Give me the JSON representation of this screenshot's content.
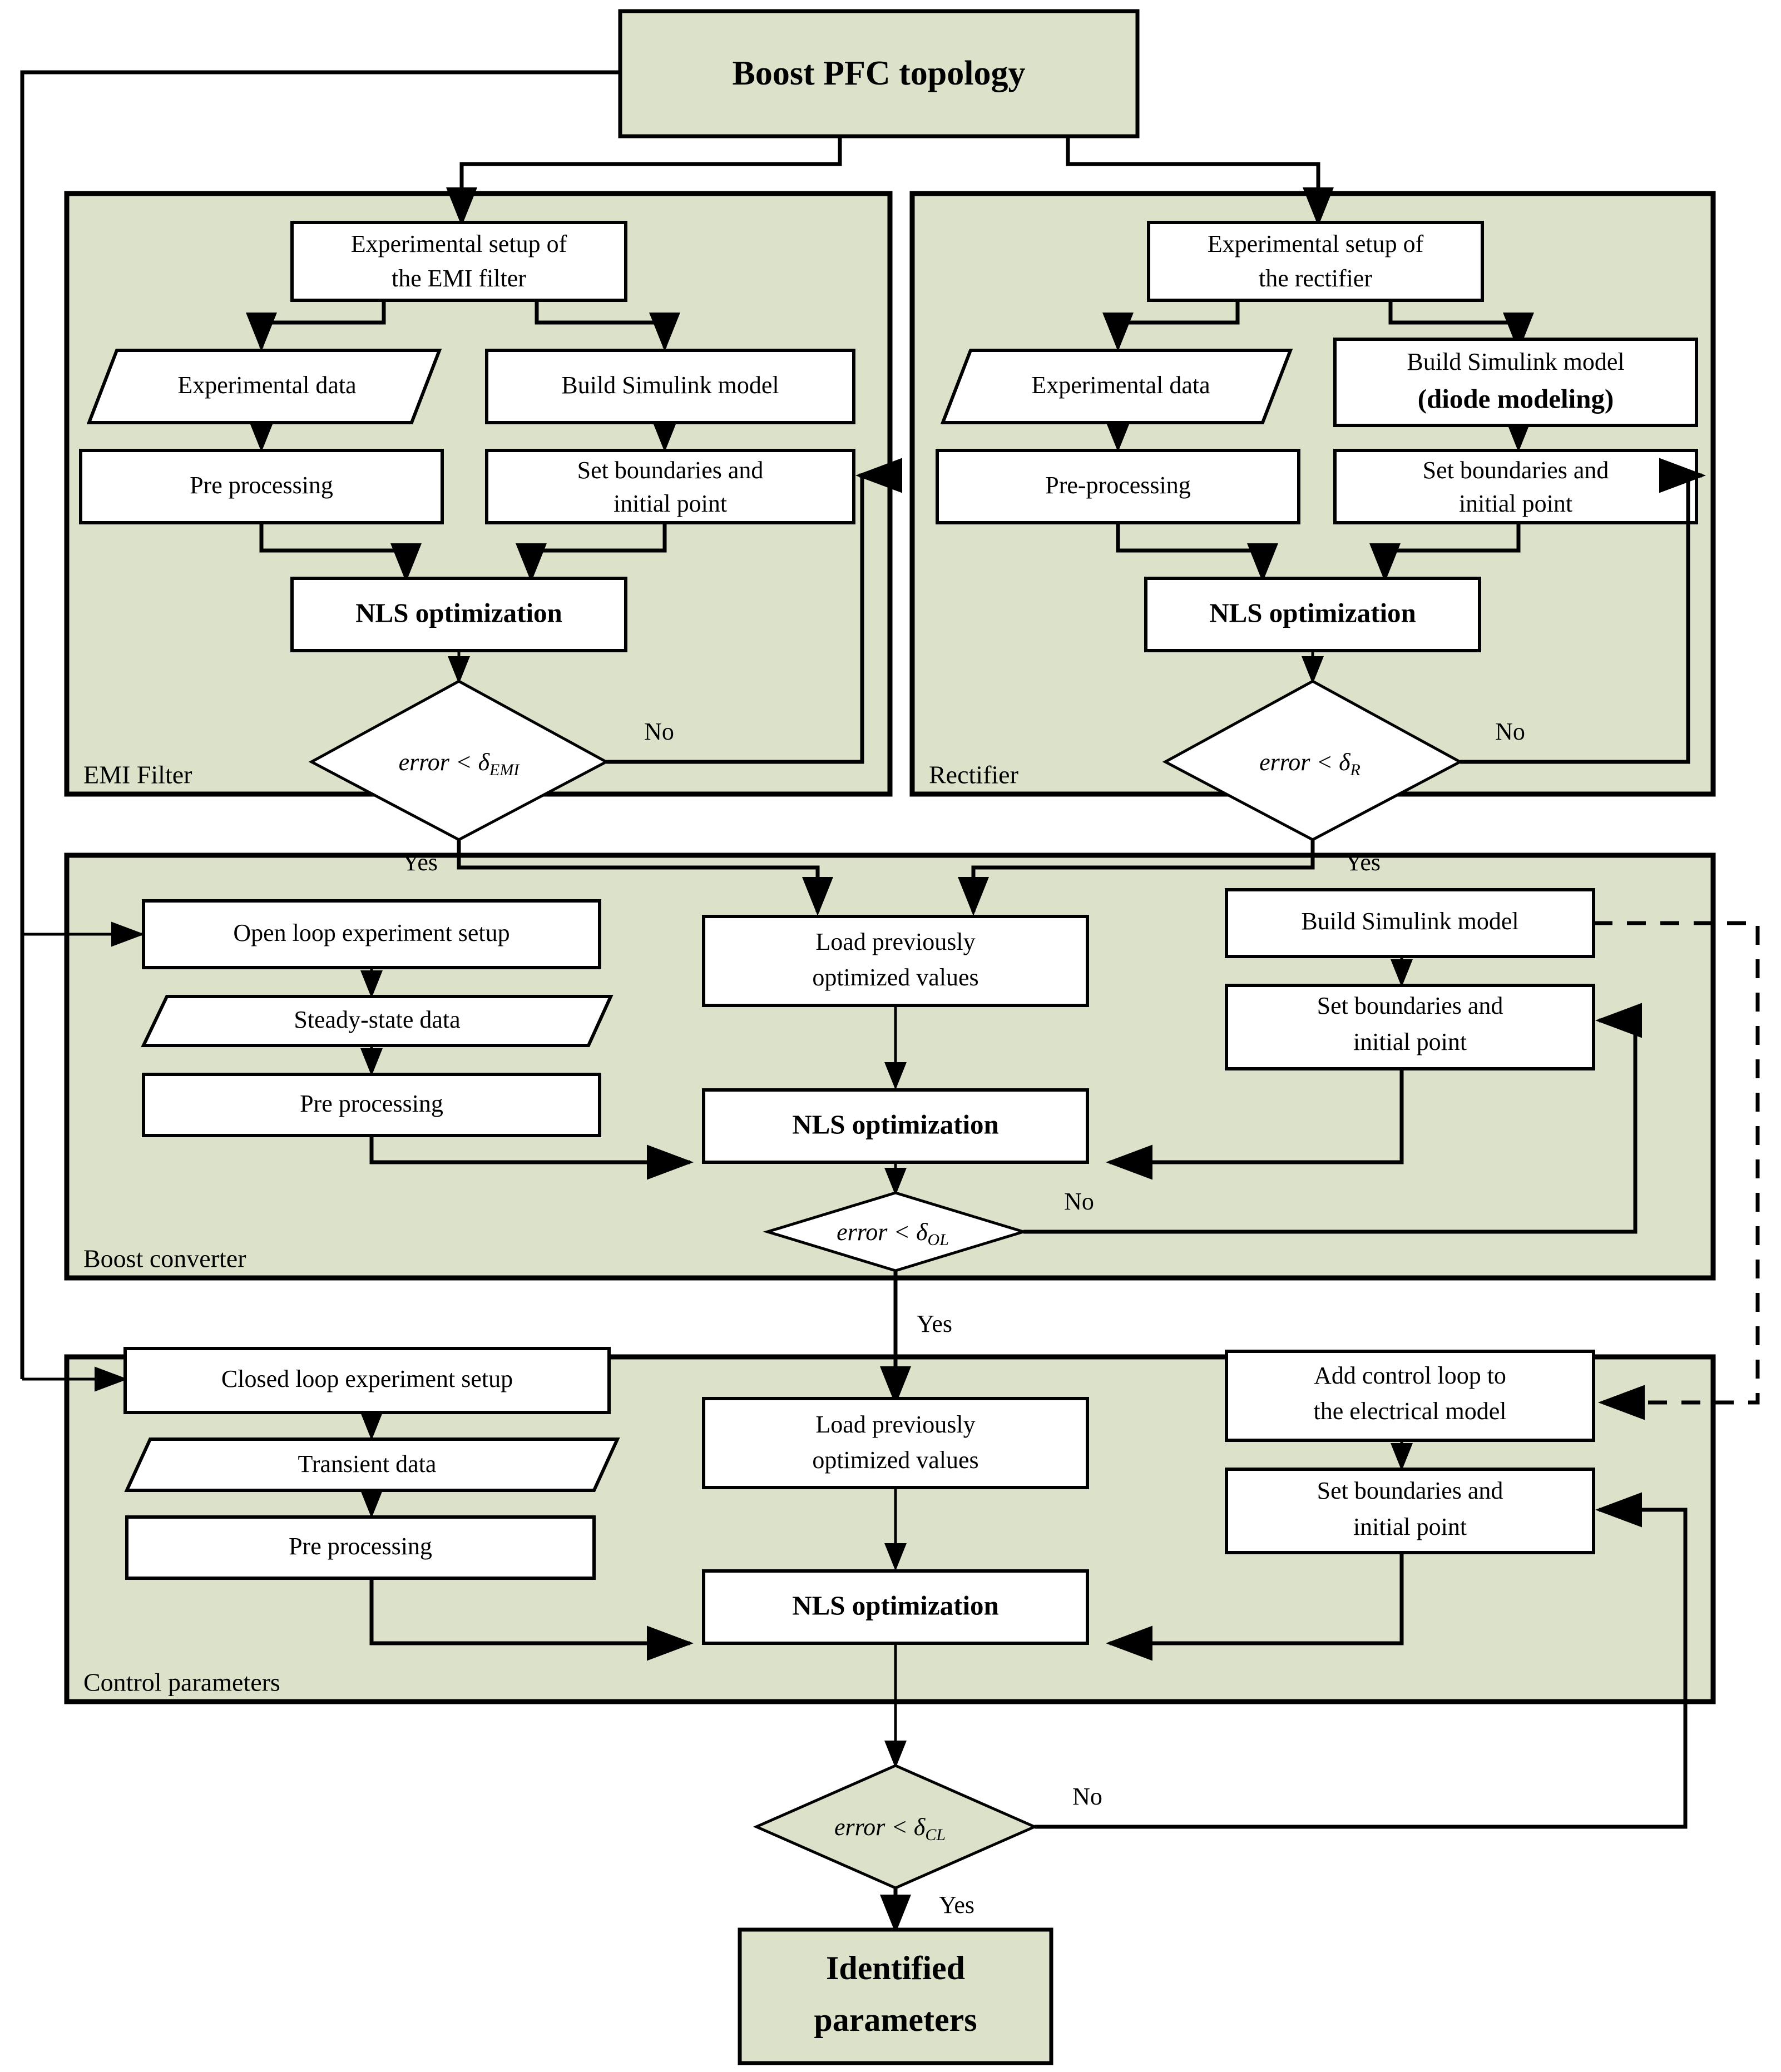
{
  "diagram": {
    "title_node": "Boost PFC topology",
    "output_node_line1": "Identified",
    "output_node_line2": "parameters",
    "colors": {
      "group_fill": "#dce1ca",
      "node_fill": "#ffffff",
      "stroke": "#000000"
    }
  },
  "groups": [
    {
      "id": "emi",
      "label": "EMI Filter"
    },
    {
      "id": "rect",
      "label": "Rectifier"
    },
    {
      "id": "boost",
      "label": "Boost converter"
    },
    {
      "id": "ctrl",
      "label": "Control parameters"
    }
  ],
  "emi": {
    "setup_line1": "Experimental setup of",
    "setup_line2": "the EMI filter",
    "data": "Experimental data",
    "model": "Build Simulink model",
    "pre": "Pre processing",
    "bounds_line1": "Set boundaries and",
    "bounds_line2": "initial point",
    "nls": "NLS optimization",
    "decision_prefix": "error <",
    "decision_sym": "δ",
    "decision_sub": "EMI",
    "no": "No",
    "yes": "Yes"
  },
  "rect": {
    "setup_line1": "Experimental setup of",
    "setup_line2": "the rectifier",
    "data": "Experimental data",
    "model_line1": "Build Simulink model",
    "model_line2": "(diode modeling)",
    "pre": "Pre-processing",
    "bounds_line1": "Set boundaries and",
    "bounds_line2": "initial point",
    "nls": "NLS optimization",
    "decision_prefix": "error <",
    "decision_sym": "δ",
    "decision_sub": "R",
    "no": "No",
    "yes": "Yes"
  },
  "boost": {
    "setup": "Open loop experiment setup",
    "data": "Steady-state data",
    "pre": "Pre processing",
    "load_line1": "Load previously",
    "load_line2": "optimized values",
    "model": "Build Simulink model",
    "bounds_line1": "Set boundaries and",
    "bounds_line2": "initial point",
    "nls": "NLS optimization",
    "decision_prefix": "error <",
    "decision_sym": "δ",
    "decision_sub": "OL",
    "no": "No",
    "yes": "Yes"
  },
  "ctrl": {
    "setup": "Closed loop experiment setup",
    "data": "Transient data",
    "pre": "Pre processing",
    "load_line1": "Load previously",
    "load_line2": "optimized values",
    "addloop_line1": "Add control loop to",
    "addloop_line2": "the electrical model",
    "bounds_line1": "Set boundaries and",
    "bounds_line2": "initial point",
    "nls": "NLS optimization",
    "decision_prefix": "error <",
    "decision_sym": "δ",
    "decision_sub": "CL",
    "no": "No",
    "yes": "Yes"
  }
}
